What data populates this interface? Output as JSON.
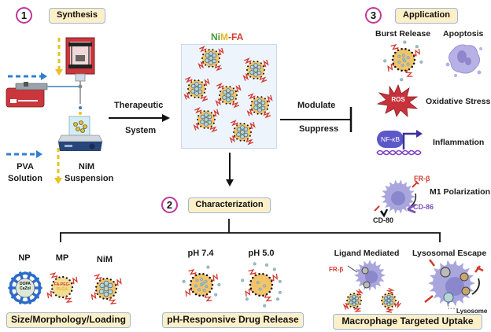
{
  "sections": {
    "synthesis": {
      "number": "1",
      "label": "Synthesis"
    },
    "characterization": {
      "number": "2",
      "label": "Characterization"
    },
    "application": {
      "number": "3",
      "label": "Application"
    }
  },
  "synthesis": {
    "pva_label_line1": "PVA",
    "pva_label_line2": "Solution",
    "nim_label_line1": "NiM",
    "nim_label_line2": "Suspension"
  },
  "flow": {
    "therapeutic": "Therapeutic",
    "system": "System",
    "modulate": "Modulate",
    "suppress": "Suppress"
  },
  "center": {
    "title_parts": [
      {
        "text": "Ni",
        "color": "#4a9a3a"
      },
      {
        "text": "M",
        "color": "#e3b821"
      },
      {
        "text": "-FA",
        "color": "#d23a2e"
      }
    ]
  },
  "application": {
    "burst_release": "Burst Release",
    "apoptosis": "Apoptosis",
    "ros": "ROS",
    "oxidative_stress": "Oxidative Stress",
    "nfkb": "NF-κB",
    "inflammation": "Inflammation",
    "fr_beta": "FR-β",
    "m1_polarization": "M1 Polarization",
    "cd86": "CD-86",
    "cd80": "CD-80"
  },
  "characterization": {
    "groups": [
      {
        "tag": "Size/Morphology/Loading",
        "items": [
          {
            "label": "NP",
            "inner_text_line1": "DOPA",
            "inner_text_line2": "CaZol"
          },
          {
            "label": "MP",
            "inner_text_line1": "FA-PEG-",
            "inner_text_line2": "PLGA"
          },
          {
            "label": "NiM"
          }
        ]
      },
      {
        "tag": "pH-Responsive Drug Release",
        "items": [
          {
            "label": "pH 7.4"
          },
          {
            "label": "pH 5.0"
          }
        ]
      },
      {
        "tag": "Macrophage Targeted Uptake",
        "items": [
          {
            "label": "Ligand Mediated",
            "receptor_label": "FR-β"
          },
          {
            "label": "Lysosomal Escape",
            "pointer_label": "Lysosome"
          }
        ]
      }
    ]
  },
  "colors": {
    "step_circle": "#c2379b",
    "tag_fill": "#fdf0c8",
    "tag_border": "#9fb6d6",
    "panel_fill": "#eef4fc",
    "particle_core": "#f2c46a",
    "particle_dots": "#111111",
    "ligand": "#d23a2e",
    "drug": "#9fc0c9",
    "macrophage": "#a9a6de",
    "nfkb": "#5d58c8",
    "ros": "#c8323a",
    "pva_arrow": "#2f7fd0",
    "nim_arrow": "#e8c21f",
    "cd86": "#7b52b6"
  }
}
